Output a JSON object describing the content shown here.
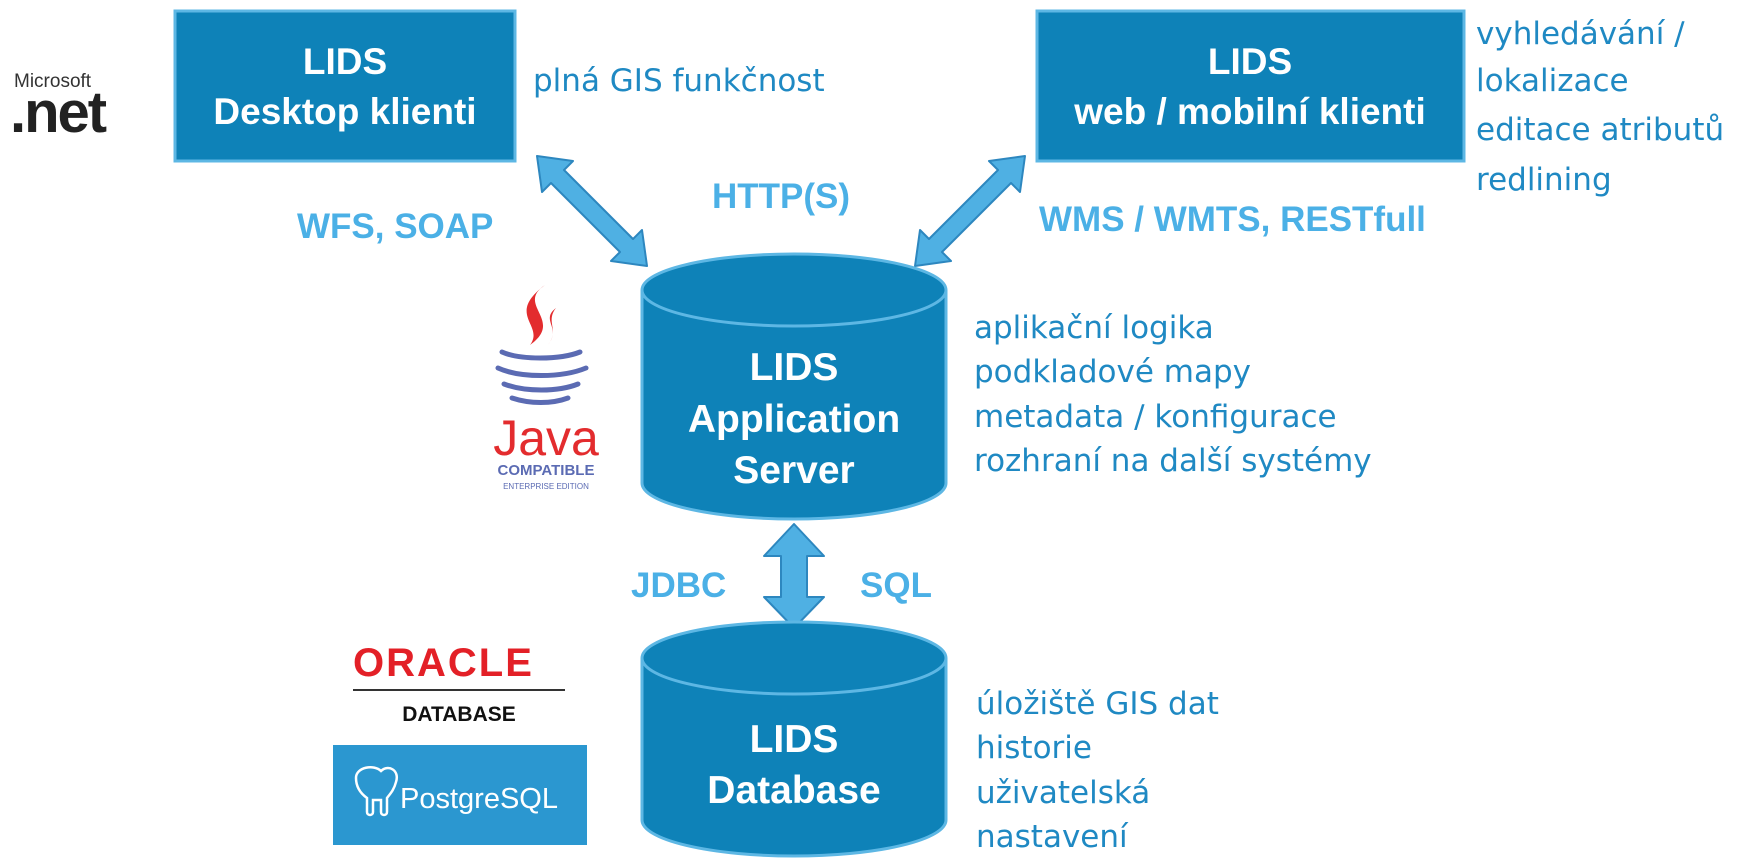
{
  "colors": {
    "box_fill": "#0e82b8",
    "box_border": "#5db7e4",
    "arrow_fill": "#4fb0e3",
    "arrow_stroke": "#2d87bf",
    "protocol_text": "#4bb0e6",
    "description_text": "#1f89c3"
  },
  "desktop_client": {
    "title_line1": "LIDS",
    "title_line2": "Desktop klienti",
    "description": "plná GIS funkčnost"
  },
  "web_client": {
    "title_line1": "LIDS",
    "title_line2": "web / mobilní klienti",
    "descriptions": [
      "vyhledávání /",
      "lokalizace",
      "editace atributů",
      "redlining"
    ]
  },
  "app_server": {
    "title_line1": "LIDS",
    "title_line2": "Application",
    "title_line3": "Server",
    "descriptions": [
      "aplikační logika",
      "podkladové mapy",
      "metadata / konfigurace",
      "rozhraní na další systémy"
    ]
  },
  "database": {
    "title_line1": "LIDS",
    "title_line2": "Database",
    "descriptions": [
      "úložiště GIS dat",
      "historie",
      "uživatelská",
      "nastavení"
    ]
  },
  "protocols": {
    "left": "WFS, SOAP",
    "center": "HTTP(S)",
    "right": "WMS / WMTS, RESTfull",
    "db_left": "JDBC",
    "db_right": "SQL"
  },
  "logos": {
    "dotnet_brand": "Microsoft",
    "dotnet_text": ".net",
    "java_text": "Java",
    "java_sub1": "COMPATIBLE",
    "java_sub2": "ENTERPRISE EDITION",
    "oracle_text": "ORACLE",
    "oracle_sub": "DATABASE",
    "postgres_text": "PostgreSQL"
  }
}
